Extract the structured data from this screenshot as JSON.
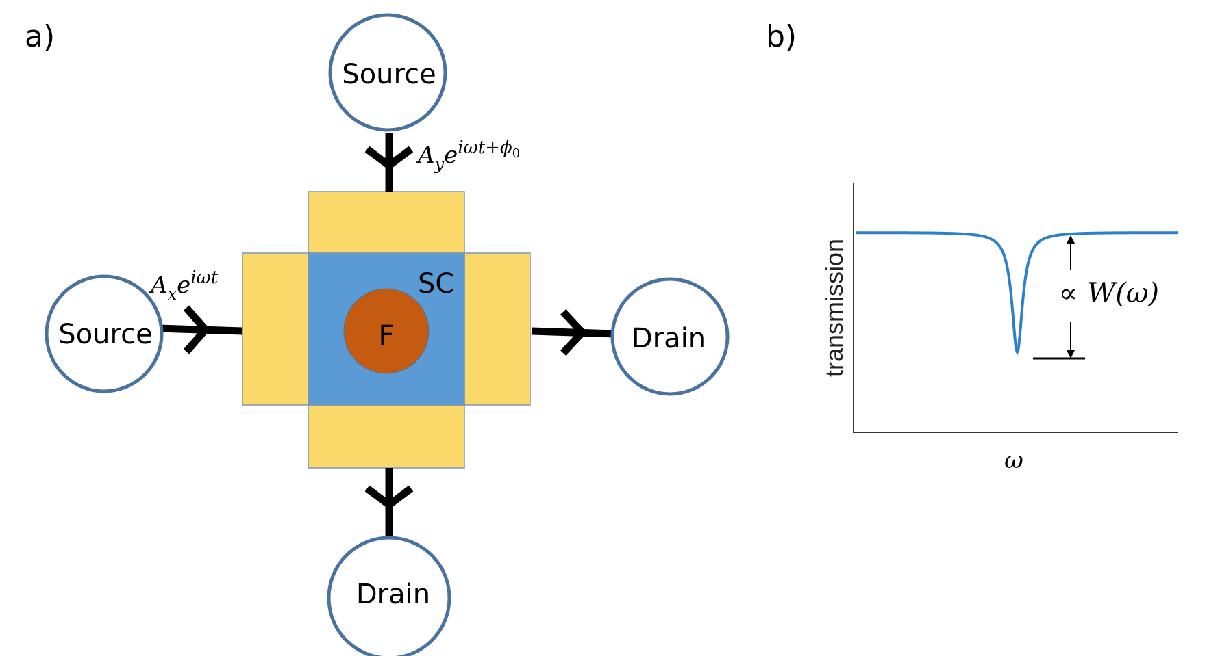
{
  "panel_a": {
    "label": "a)",
    "source_top": "Source",
    "source_left": "Source",
    "drain_right": "Drain",
    "drain_bottom": "Drain",
    "sc_label": "SC",
    "f_label": "F",
    "signal_y": {
      "base": "A",
      "sub": "y",
      "e": "e",
      "exponent": "iωt+ϕ",
      "exponent_sub": "0"
    },
    "signal_x": {
      "base": "A",
      "sub": "x",
      "e": "e",
      "exponent": "iωt"
    }
  },
  "panel_b": {
    "label": "b)",
    "ylabel": "transmission",
    "xlabel": "ω",
    "annotation": {
      "prop": "∝",
      "symbol": "W",
      "arg": "(ω)"
    }
  },
  "colors": {
    "node_stroke": "#4a72a0",
    "yellow_pad": "#fbd86a",
    "yellow_stroke": "#7f95b2",
    "blue_sc": "#5b9bd5",
    "ferromagnet": "#c55a11",
    "curve": "#2d7fc9",
    "wire": "#000000"
  },
  "chart_data": {
    "type": "line",
    "title": "",
    "xlabel": "ω",
    "ylabel": "transmission",
    "x_ticks": [],
    "y_ticks": [],
    "grid": false,
    "shape": "lorentzian-dip",
    "baseline": 1.0,
    "dip_depth": 0.6,
    "dip_center_fraction": 0.5,
    "dip_width_fraction": 0.02,
    "annotation": "∝ W(ω)"
  }
}
